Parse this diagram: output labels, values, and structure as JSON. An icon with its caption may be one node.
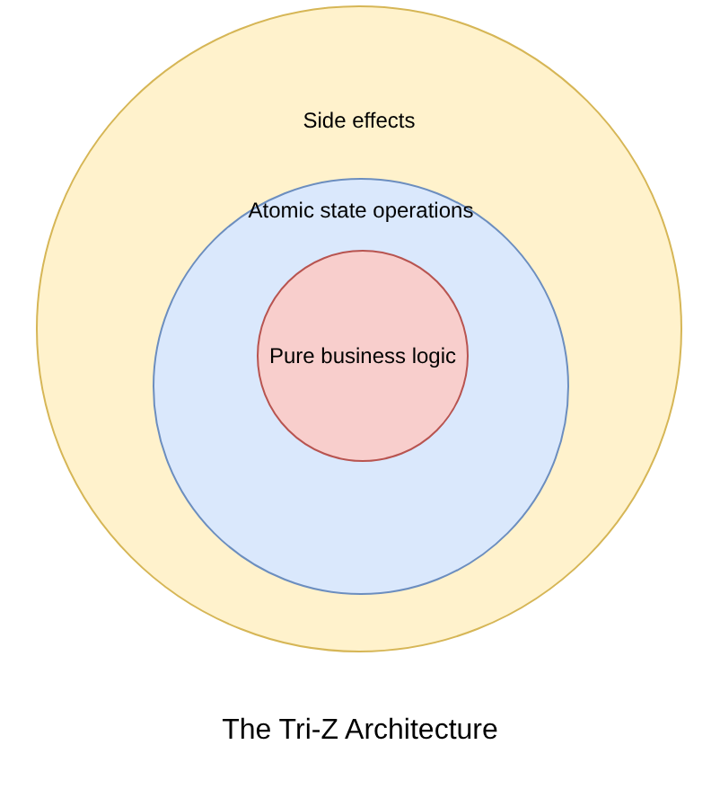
{
  "diagram": {
    "caption": "The Tri-Z Architecture",
    "nodes": [
      {
        "text": [
          "Side effects"
        ]
      },
      {
        "text": [
          "Atomic state operations"
        ],
        "in": 0
      },
      {
        "text": [
          "Pure business logic"
        ],
        "in": 1
      }
    ]
  }
}
